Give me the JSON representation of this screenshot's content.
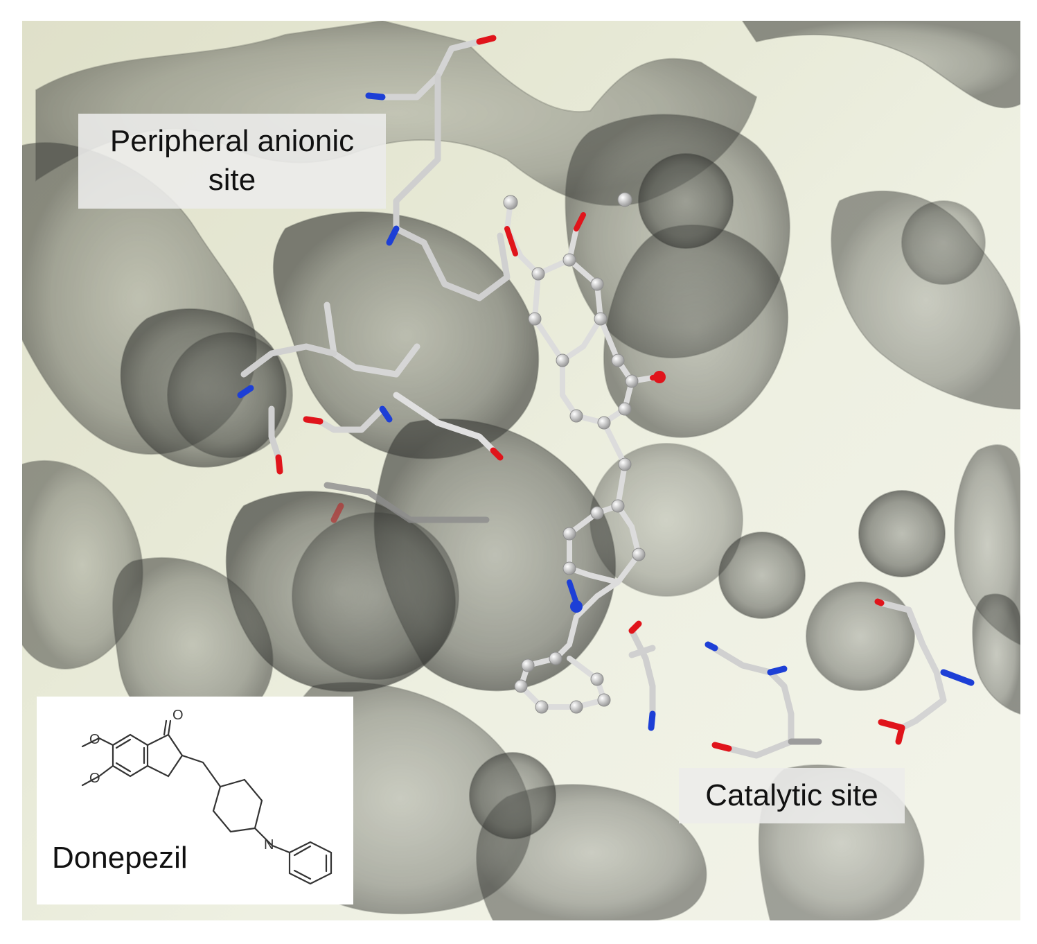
{
  "labels": {
    "peripheral_line1": "Peripheral anionic",
    "peripheral_line2": "site",
    "catalytic": "Catalytic site",
    "drug": "Donepezil"
  },
  "structure_atoms": {
    "carbonyl_O": "O",
    "methoxy_O1": "O",
    "methoxy_O2": "O",
    "piperidine_N": "N"
  },
  "colors": {
    "background": "#e7e9d6",
    "surface": "#5c5e57",
    "carbon": "#d9d9d9",
    "oxygen": "#e0141b",
    "nitrogen": "#1d3fd6",
    "label_box": "#ececea"
  }
}
